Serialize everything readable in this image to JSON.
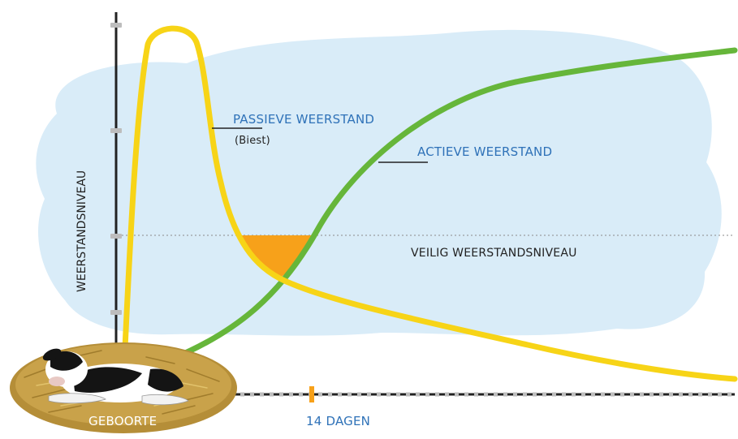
{
  "labels": {
    "y_axis": "WEERSTANDSNIVEAU",
    "passive": "PASSIEVE WEERSTAND",
    "passive_sub": "(Biest)",
    "active": "ACTIEVE WEERSTAND",
    "safe_level": "VEILIG WEERSTANDSNIVEAU",
    "birth": "GEBOORTE",
    "day14": "14 DAGEN"
  },
  "colors": {
    "cloud": "#d9ecf8",
    "passive_curve": "#f7d417",
    "active_curve": "#66b63a",
    "gap_fill": "#f7a11a",
    "label_blue": "#2f72b8",
    "nest": "#c9a24a"
  },
  "icons": {
    "calf": "calf-lying-in-straw"
  }
}
